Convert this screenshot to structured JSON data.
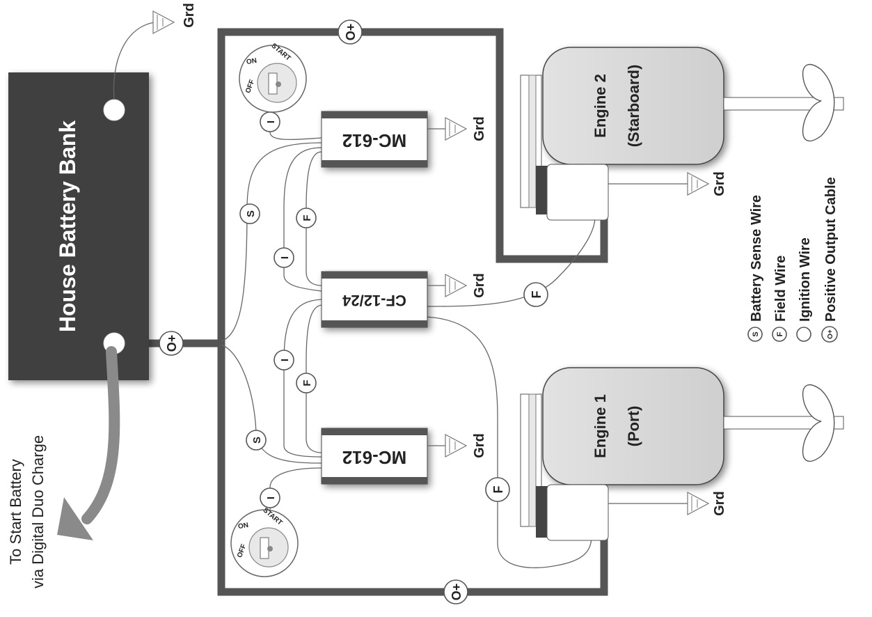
{
  "battery": {
    "label": "House Battery Bank"
  },
  "start_battery_note": {
    "line1": "To Start Battery",
    "line2": "via Digital Duo Charge"
  },
  "ground_label": "Grd",
  "positive_label": "O+",
  "wire_letters": {
    "sense": "S",
    "field": "F",
    "ignition": "I"
  },
  "devices": {
    "mc_top": "MC-612",
    "cf": "CF-12/24",
    "mc_bottom": "MC-612"
  },
  "engines": {
    "engine2": {
      "line1": "Engine 2",
      "line2": "(Starboard)"
    },
    "engine1": {
      "line1": "Engine 1",
      "line2": "(Port)"
    }
  },
  "switch": {
    "off": "OFF",
    "on": "ON",
    "start": "START"
  },
  "legend": {
    "items": [
      {
        "symbol": "S",
        "label": "Battery Sense Wire"
      },
      {
        "symbol": "F",
        "label": "Field Wire"
      },
      {
        "symbol": "",
        "label": "Ignition Wire"
      },
      {
        "symbol": "O+",
        "label": "Positive Output Cable"
      }
    ]
  }
}
